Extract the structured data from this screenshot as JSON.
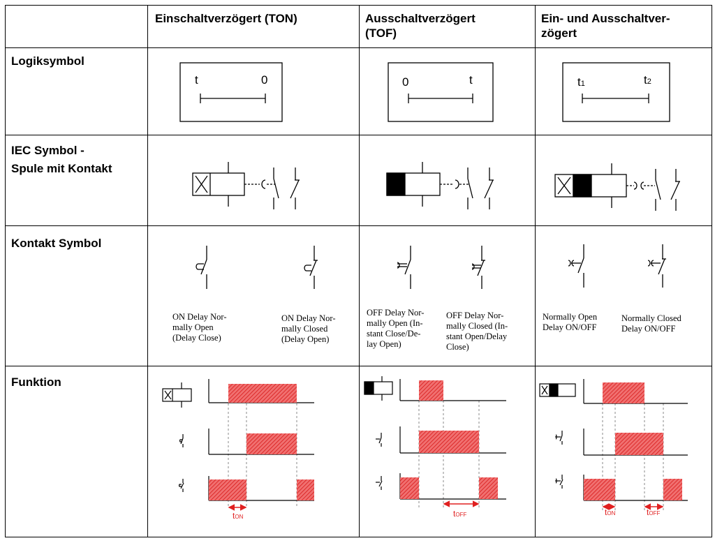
{
  "table": {
    "columns": [
      "Einschaltverzögert (TON)",
      "Ausschaltverzögert\n(TOF)",
      "Ein- und Ausschaltver-\nzögert"
    ],
    "rows": [
      "Logiksymbol",
      "IEC Symbol -\nSpule mit Kontakt",
      "Kontakt Symbol",
      "Funktion"
    ]
  },
  "logic_symbols": {
    "ton_left": "t",
    "ton_right": "0",
    "tof_left": "0",
    "tof_right": "t",
    "both_left": "t",
    "both_left_sub": "1",
    "both_right": "t",
    "both_right_sub": "2"
  },
  "contact_captions": {
    "ton_no": "ON Delay Nor-\nmally Open\n(Delay Close)",
    "ton_nc": "ON Delay Nor-\nmally Closed\n(Delay Open)",
    "tof_no": "OFF Delay Nor-\nmally Open (In-\nstant Close/De-\nlay Open)",
    "tof_nc": "OFF Delay Nor-\nmally Closed (In-\nstant Open/Delay\nClose)",
    "both_no": "Normally Open\nDelay ON/OFF",
    "both_nc": "Normally Closed\nDelay ON/OFF"
  },
  "timing_labels": {
    "t": "t",
    "on": "ON",
    "off": "OFF"
  },
  "colors": {
    "grid": "#000000",
    "pulse_fill": "#f07070",
    "pulse_hatch": "#d81818",
    "arrow": "#e02020",
    "guide": "#888888"
  }
}
